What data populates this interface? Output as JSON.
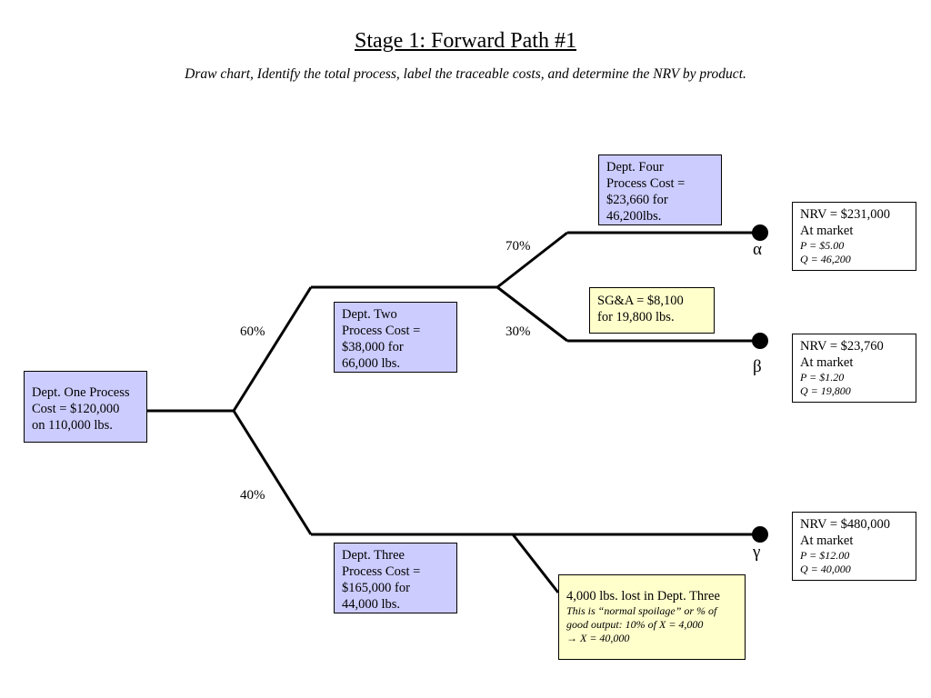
{
  "title": "Stage 1: Forward Path #1",
  "subtitle": "Draw chart, Identify the total process, label the traceable costs, and determine the NRV by product.",
  "dept_one": [
    "Dept. One Process",
    "Cost = $120,000",
    "on 110,000 lbs."
  ],
  "dept_two": [
    "Dept. Two",
    "Process Cost =",
    "$38,000 for",
    "66,000 lbs."
  ],
  "dept_three": [
    "Dept. Three",
    "Process Cost =",
    "$165,000 for",
    "44,000 lbs."
  ],
  "dept_four": [
    "Dept. Four",
    "Process Cost =",
    "$23,660 for",
    "46,200lbs."
  ],
  "sga": [
    "SG&A = $8,100",
    "for 19,800 lbs."
  ],
  "spoilage": {
    "heading": "4,000 lbs. lost in Dept. Three",
    "notes": [
      "This is “normal spoilage” or % of",
      "good output: 10% of X = 4,000",
      "→ X = 40,000"
    ]
  },
  "percentages": {
    "p60": "60%",
    "p40": "40%",
    "p70": "70%",
    "p30": "30%"
  },
  "products": {
    "alpha": {
      "symbol": "α",
      "nrv": "NRV = $231,000",
      "market": "At market",
      "price": "P = $5.00",
      "qty": "Q = 46,200"
    },
    "beta": {
      "symbol": "β",
      "nrv": "NRV = $23,760",
      "market": "At market",
      "price": "P = $1.20",
      "qty": "Q = 19,800"
    },
    "gamma": {
      "symbol": "γ",
      "nrv": "NRV = $480,000",
      "market": "At market",
      "price": "P = $12.00",
      "qty": "Q = 40,000"
    }
  },
  "colors": {
    "process_box": "#ccccff",
    "note_box": "#ffffcc",
    "lines": "#000000"
  }
}
